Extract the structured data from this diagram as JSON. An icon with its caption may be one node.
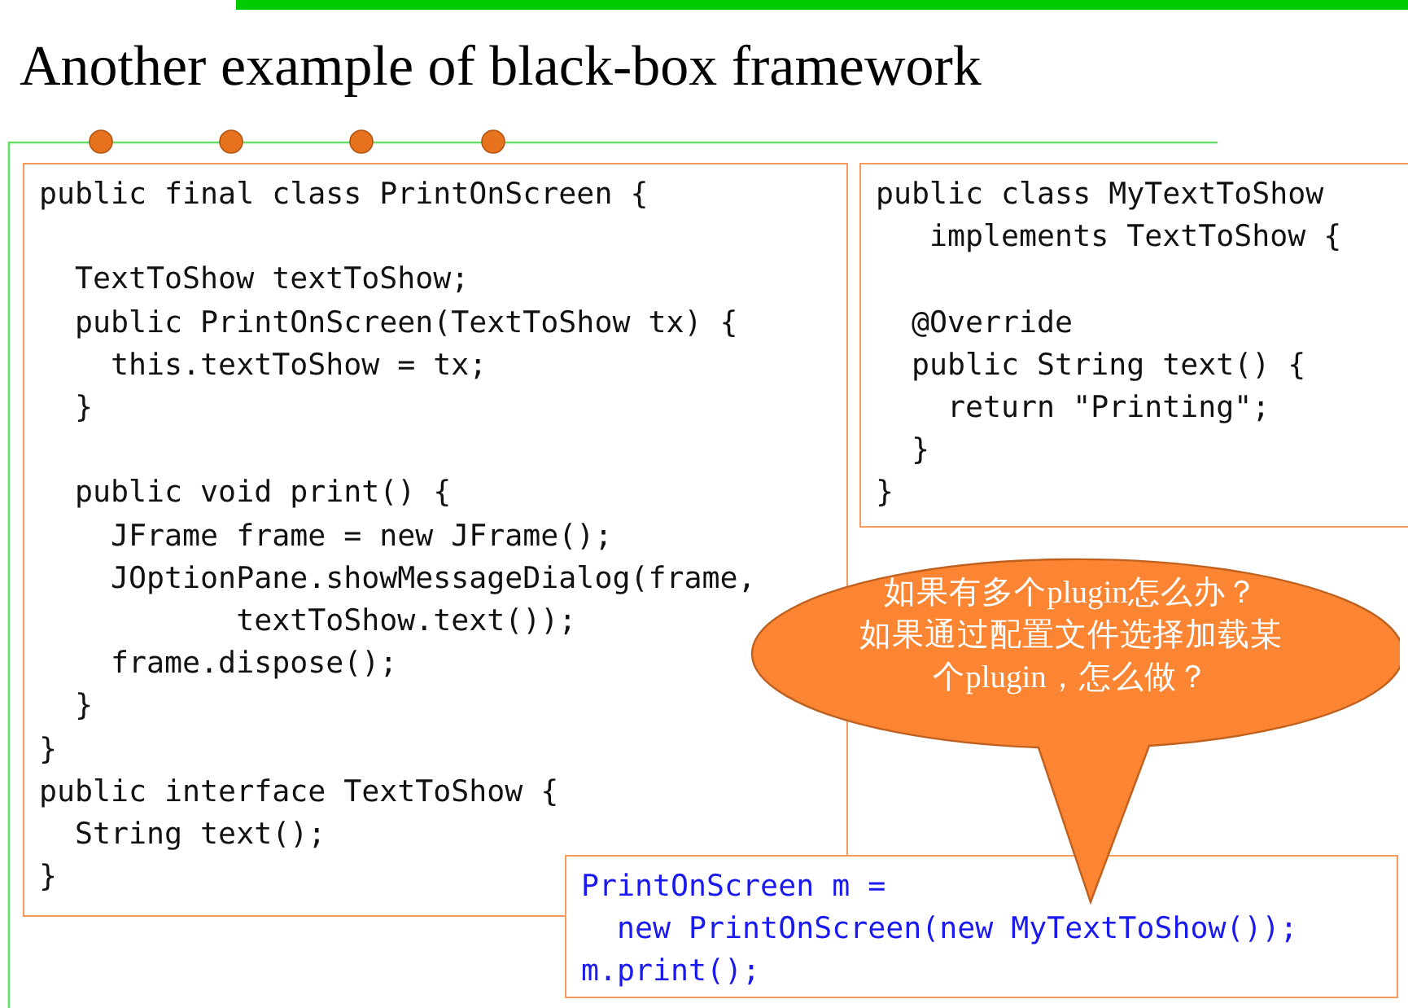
{
  "diagram": {
    "title": "Another example of black-box framework",
    "nodes": [
      {
        "text": [
          "public final class PrintOnScreen {",
          "  TextToShow textToShow;",
          "  public PrintOnScreen(TextToShow tx) {",
          "    this.textToShow = tx;",
          "  }",
          "  public void print() {",
          "    JFrame frame = new JFrame();",
          "    JOptionPane.showMessageDialog(frame,",
          "           textToShow.text());",
          "    frame.dispose();",
          "  }",
          "}",
          "public interface TextToShow {",
          "  String text();",
          "}"
        ]
      },
      {
        "text": [
          "public class MyTextToShow",
          "   implements TextToShow {",
          "  @Override",
          "  public String text() {",
          "    return \"Printing\";",
          "  }",
          "}"
        ]
      },
      {
        "text": [
          "如果有多个plugin怎么办？",
          "如果通过配置文件选择加载某个plugin，怎么做？"
        ]
      },
      {
        "text": [
          "PrintOnScreen m =",
          "  new PrintOnScreen(new MyTextToShow());",
          "m.print();"
        ]
      }
    ]
  }
}
